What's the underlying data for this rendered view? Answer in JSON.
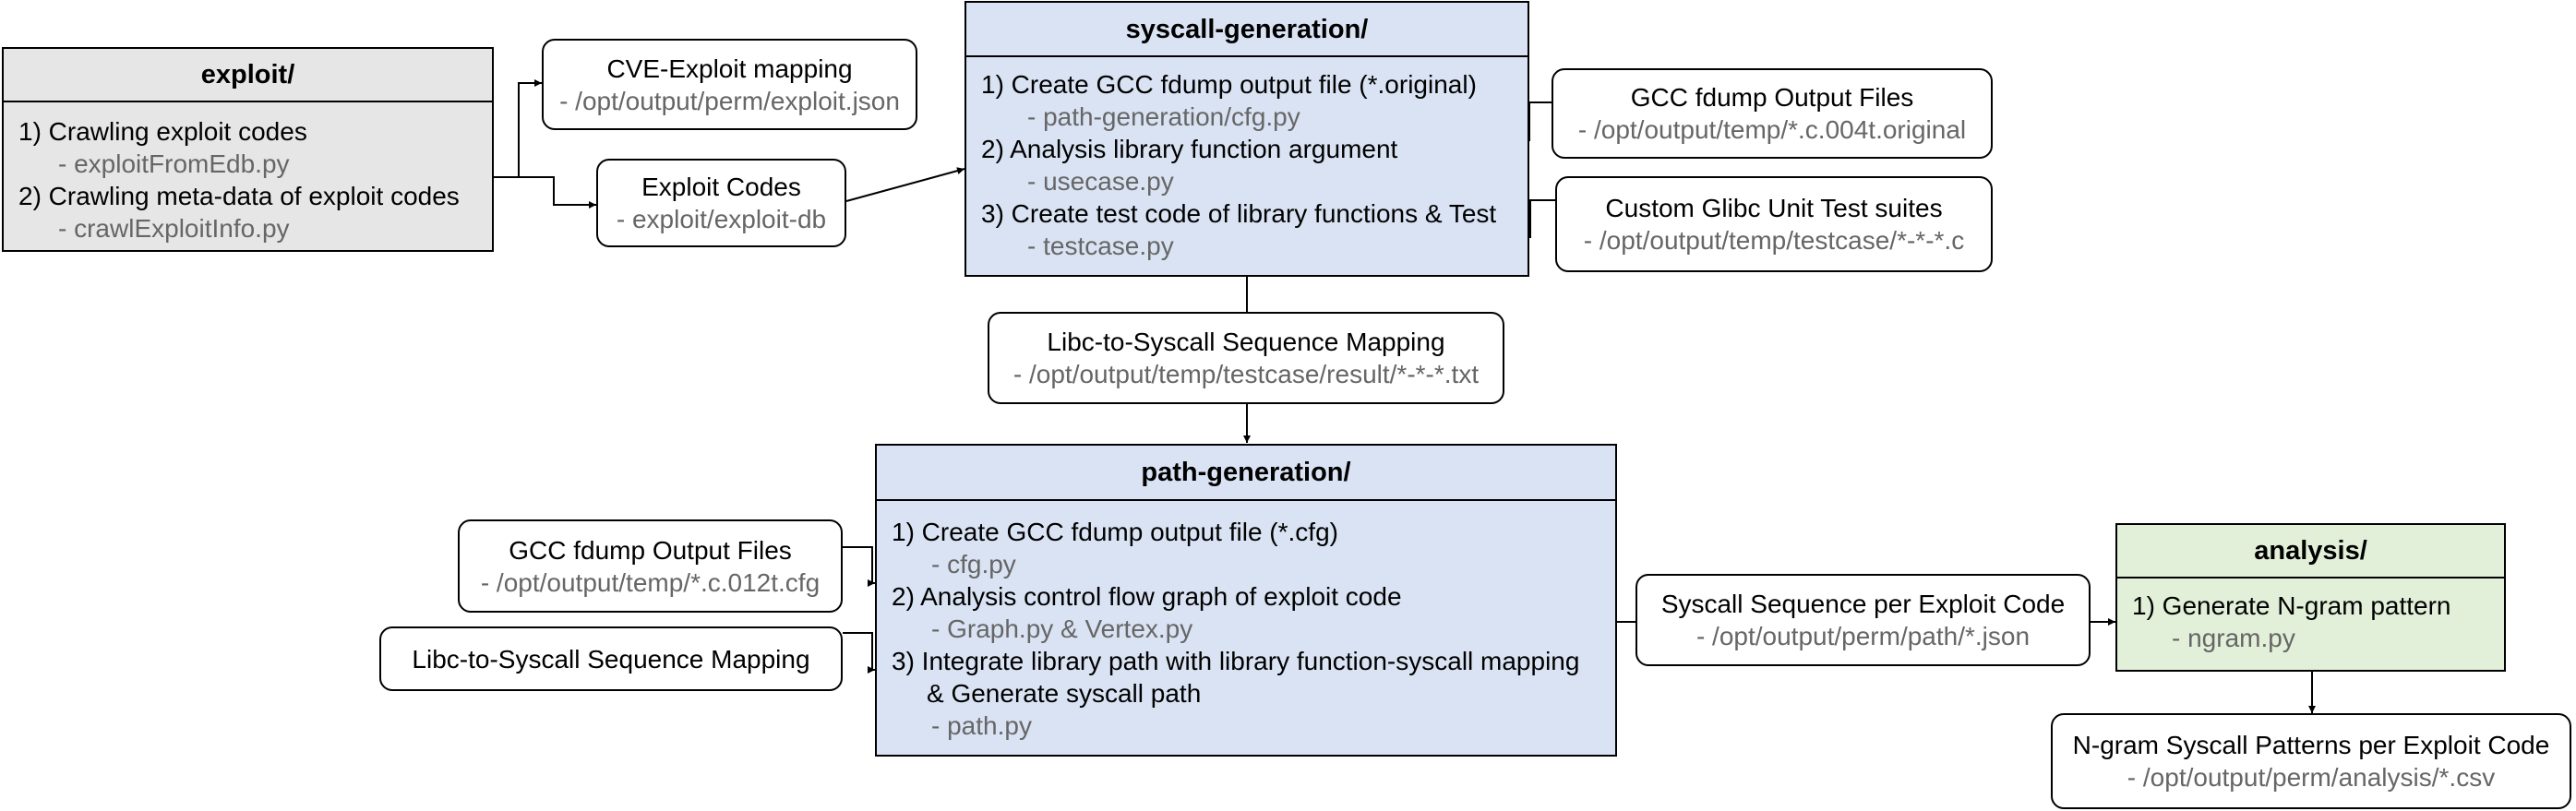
{
  "modules": {
    "exploit": {
      "title": "exploit/",
      "fill": "#e6e6e6",
      "steps": [
        {
          "text": "1) Crawling exploit codes",
          "file": "- exploitFromEdb.py"
        },
        {
          "text": "2) Crawling meta-data of exploit codes",
          "file": "- crawlExploitInfo.py"
        }
      ]
    },
    "syscall_generation": {
      "title": "syscall-generation/",
      "fill": "#dae3f3",
      "steps": [
        {
          "text": "1) Create GCC fdump output file (*.original)",
          "file": "- path-generation/cfg.py"
        },
        {
          "text": "2) Analysis library function argument",
          "file": "- usecase.py"
        },
        {
          "text": "3) Create test code of library functions & Test",
          "file": "- testcase.py"
        }
      ]
    },
    "path_generation": {
      "title": "path-generation/",
      "fill": "#dae3f3",
      "steps": [
        {
          "text": "1) Create GCC fdump output file (*.cfg)",
          "file": "- cfg.py"
        },
        {
          "text": "2) Analysis control flow graph of exploit code",
          "file": "- Graph.py & Vertex.py"
        },
        {
          "text": "3) Integrate library path with library function-syscall mapping",
          "cont": "& Generate syscall path",
          "file": "- path.py"
        }
      ]
    },
    "analysis": {
      "title": "analysis/",
      "fill": "#e2efd9",
      "steps": [
        {
          "text": "1) Generate N-gram pattern",
          "file": "- ngram.py"
        }
      ]
    }
  },
  "artifacts": {
    "cve_mapping": {
      "title": "CVE-Exploit mapping",
      "path": "- /opt/output/perm/exploit.json"
    },
    "exploit_codes": {
      "title": "Exploit Codes",
      "path": "- exploit/exploit-db"
    },
    "gcc_fdump_original": {
      "title": "GCC fdump Output Files",
      "path": "- /opt/output/temp/*.c.004t.original"
    },
    "glibc_tests": {
      "title": "Custom Glibc Unit Test suites",
      "path": "- /opt/output/temp/testcase/*-*-*.c"
    },
    "libc_syscall_mapping": {
      "title": "Libc-to-Syscall Sequence Mapping",
      "path": "- /opt/output/temp/testcase/result/*-*-*.txt"
    },
    "gcc_fdump_cfg": {
      "title": "GCC fdump Output Files",
      "path": "- /opt/output/temp/*.c.012t.cfg"
    },
    "libc_syscall_mapping_ref": {
      "title": "Libc-to-Syscall Sequence Mapping"
    },
    "syscall_sequence": {
      "title": "Syscall Sequence per Exploit Code",
      "path": "- /opt/output/perm/path/*.json"
    },
    "ngram_patterns": {
      "title": "N-gram Syscall Patterns per Exploit Code",
      "path": "- /opt/output/perm/analysis/*.csv"
    }
  }
}
